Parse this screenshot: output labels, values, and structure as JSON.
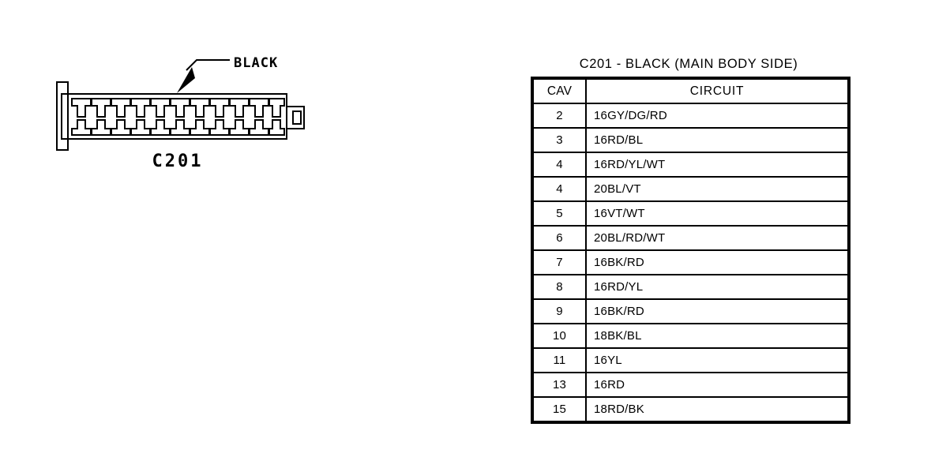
{
  "connector": {
    "name": "C201",
    "color_callout": "BLACK",
    "cavity_columns": 11,
    "cavity_rows": 2
  },
  "table": {
    "title": "C201 - BLACK (MAIN BODY SIDE)",
    "columns": [
      "CAV",
      "CIRCUIT"
    ],
    "rows": [
      {
        "cav": "2",
        "circuit": "16GY/DG/RD"
      },
      {
        "cav": "3",
        "circuit": "16RD/BL"
      },
      {
        "cav": "4",
        "circuit": "16RD/YL/WT"
      },
      {
        "cav": "4",
        "circuit": "20BL/VT"
      },
      {
        "cav": "5",
        "circuit": "16VT/WT"
      },
      {
        "cav": "6",
        "circuit": "20BL/RD/WT"
      },
      {
        "cav": "7",
        "circuit": "16BK/RD"
      },
      {
        "cav": "8",
        "circuit": "16RD/YL"
      },
      {
        "cav": "9",
        "circuit": "16BK/RD"
      },
      {
        "cav": "10",
        "circuit": "18BK/BL"
      },
      {
        "cav": "11",
        "circuit": "16YL"
      },
      {
        "cav": "13",
        "circuit": "16RD"
      },
      {
        "cav": "15",
        "circuit": "18RD/BK"
      }
    ]
  },
  "colors": {
    "ink": "#000000",
    "background": "#ffffff"
  }
}
